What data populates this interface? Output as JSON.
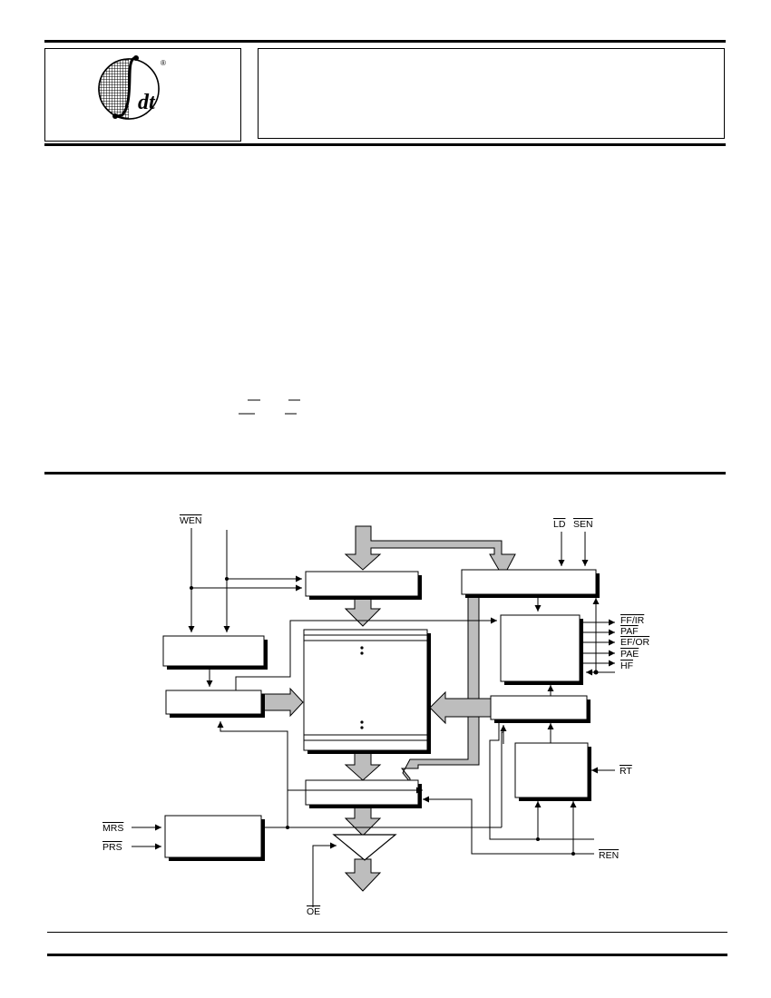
{
  "logo": {
    "name": "idt-logo-icon",
    "text": "dt",
    "registered_mark": "®"
  },
  "header_title": "",
  "signals": {
    "wen": "WEN",
    "ld": "LD",
    "sen": "SEN",
    "ff_ir": "FF/IR",
    "paf": "PAF",
    "ef_or": "EF/OR",
    "pae": "PAE",
    "hf": "HF",
    "rt": "RT",
    "mrs": "MRS",
    "prs": "PRS",
    "ren": "REN",
    "oe": "OE"
  },
  "colors": {
    "line": "#000000",
    "bus_arrow": "#bdbdbd",
    "shadow": "#000000",
    "background": "#ffffff"
  }
}
